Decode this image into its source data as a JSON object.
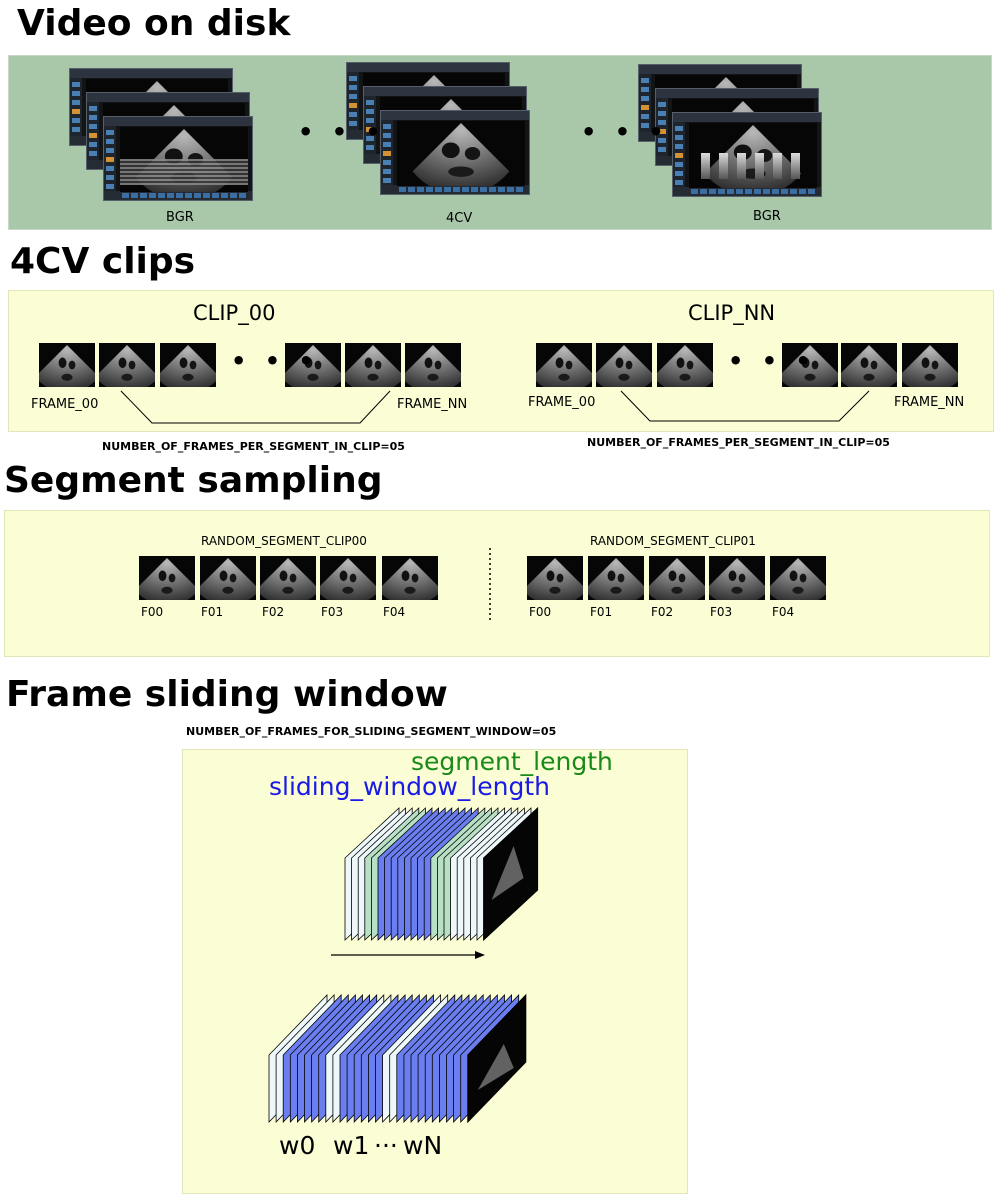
{
  "sections": {
    "video_on_disk": {
      "title": "Video on disk",
      "videos": [
        {
          "label": "BGR"
        },
        {
          "label": "4CV"
        },
        {
          "label": "BGR"
        }
      ],
      "ellipsis": "• • •"
    },
    "clips": {
      "title": "4CV clips",
      "clip_a": {
        "name": "CLIP_00",
        "first_frame": "FRAME_00",
        "last_frame": "FRAME_NN"
      },
      "clip_b": {
        "name": "CLIP_NN",
        "first_frame": "FRAME_00",
        "last_frame": "FRAME_NN"
      },
      "note_a": "NUMBER_OF_FRAMES_PER_SEGMENT_IN_CLIP=05",
      "note_b": "NUMBER_OF_FRAMES_PER_SEGMENT_IN_CLIP=05",
      "ellipsis": "• • •"
    },
    "sampling": {
      "title": "Segment sampling",
      "segment_a": {
        "name": "RANDOM_SEGMENT_CLIP00",
        "frames": [
          "F00",
          "F01",
          "F02",
          "F03",
          "F04"
        ]
      },
      "segment_b": {
        "name": "RANDOM_SEGMENT_CLIP01",
        "frames": [
          "F00",
          "F01",
          "F02",
          "F03",
          "F04"
        ]
      }
    },
    "sliding": {
      "title": "Frame sliding window",
      "note": "NUMBER_OF_FRAMES_FOR_SLIDING_SEGMENT_WINDOW=05",
      "segment_length_label": "segment_length",
      "sliding_window_label": "sliding_window_length",
      "window_labels": {
        "w0": "w0",
        "w1": "w1",
        "dots": "···",
        "wN": "wN"
      }
    }
  },
  "colors": {
    "disk_panel": "#a9c8a9",
    "clip_panel": "#fbfdd4",
    "segment_text": "#1a8a1a",
    "window_text": "#1a1ae6",
    "frame_blue": "#6a7ef0",
    "frame_green": "#b8e0c4",
    "frame_white": "#eef8fb"
  }
}
